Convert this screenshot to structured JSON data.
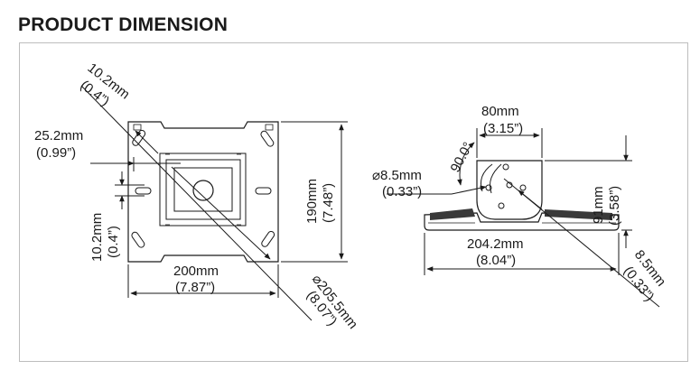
{
  "title": "PRODUCT DIMENSION",
  "left_view": {
    "diag_hole": {
      "mm": "10.2mm",
      "in": "(0.4”)"
    },
    "offset_x": {
      "mm": "25.2mm",
      "in": "(0.99”)"
    },
    "offset_y": {
      "mm": "10.2mm",
      "in": "(0.4”)"
    },
    "width": {
      "mm": "200mm",
      "in": "(7.87”)"
    },
    "height": {
      "mm": "190mm",
      "in": "(7.48”)"
    },
    "diameter": {
      "mm": "⌀205.5mm",
      "in": "(8.07”)"
    }
  },
  "right_view": {
    "top_width": {
      "mm": "80mm",
      "in": "(3.15”)"
    },
    "angle": "90.0°",
    "hole": {
      "mm": "⌀8.5mm",
      "in": "(0.33”)"
    },
    "height": {
      "mm": "91mm",
      "in": "(3.58”)"
    },
    "base_width": {
      "mm": "204.2mm",
      "in": "(8.04”)"
    },
    "slot": {
      "mm": "8.5mm",
      "in": "(0.33”)"
    }
  }
}
